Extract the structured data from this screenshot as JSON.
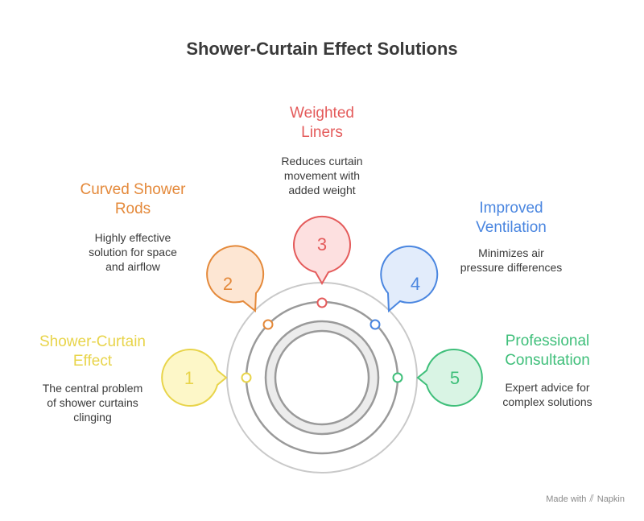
{
  "title": "Shower-Curtain Effect Solutions",
  "items": [
    {
      "number": "1",
      "heading": "Shower-Curtain\nEffect",
      "description": "The central problem\nof shower curtains\nclinging",
      "color": "#e8d44a",
      "fill": "#fdf7c8"
    },
    {
      "number": "2",
      "heading": "Curved Shower\nRods",
      "description": "Highly effective\nsolution for space\nand airflow",
      "color": "#e4893a",
      "fill": "#fde6d3"
    },
    {
      "number": "3",
      "heading": "Weighted\nLiners",
      "description": "Reduces curtain\nmovement with\nadded weight",
      "color": "#e45b5b",
      "fill": "#fde0e0"
    },
    {
      "number": "4",
      "heading": "Improved\nVentilation",
      "description": "Minimizes air\npressure differences",
      "color": "#4a86e0",
      "fill": "#e2ecfb"
    },
    {
      "number": "5",
      "heading": "Professional\nConsultation",
      "description": "Expert advice for\ncomplex solutions",
      "color": "#3fbf7a",
      "fill": "#d9f4e4"
    }
  ],
  "footer": {
    "made_with": "Made with",
    "brand": "Napkin",
    "logo_icon": "napkin-logo-icon"
  }
}
